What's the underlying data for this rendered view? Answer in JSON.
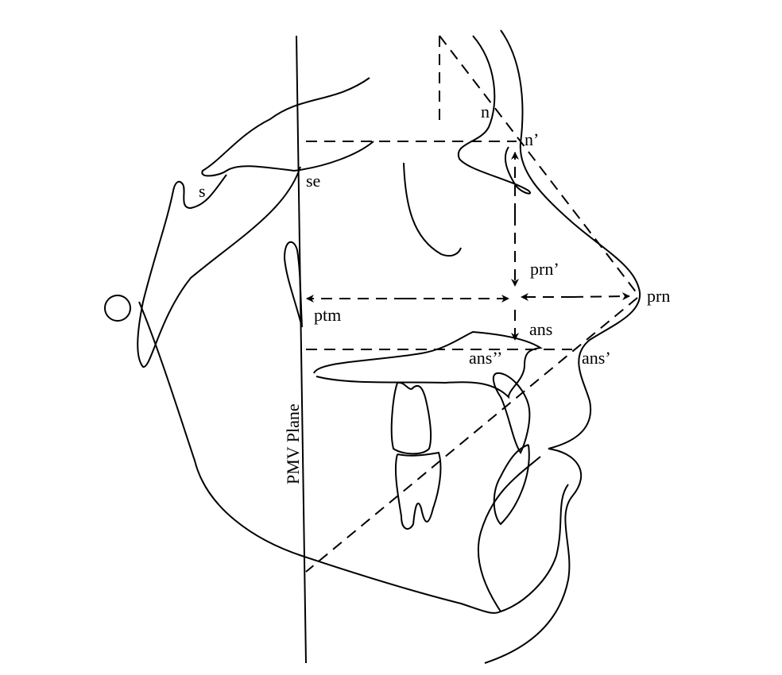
{
  "labels": {
    "n": "n",
    "n_prime": "n’",
    "s": "s",
    "se": "se",
    "prn_prime": "prn’",
    "prn": "prn",
    "ptm": "ptm",
    "ans": "ans",
    "ans_double_prime": "ans’’",
    "ans_prime": "ans’",
    "pmv_plane": "PMV Plane"
  }
}
